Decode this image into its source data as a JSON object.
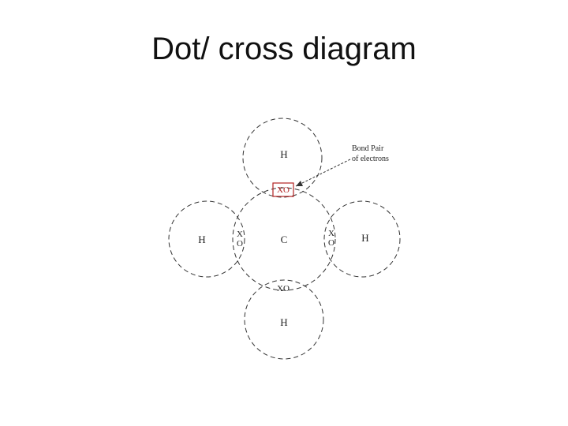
{
  "slide": {
    "title": "Dot/ cross diagram"
  },
  "diagram": {
    "atoms": {
      "center": "C",
      "top": "H",
      "left": "H",
      "right": "H",
      "bottom": "H"
    },
    "pairs": {
      "top": "XO",
      "left": [
        "X",
        "O"
      ],
      "right": [
        "X",
        "O"
      ],
      "bottom": "XO"
    },
    "annotation": {
      "line1": "Bond Pair",
      "line2": "of electrons"
    },
    "colors": {
      "highlight": "#b22222"
    }
  }
}
